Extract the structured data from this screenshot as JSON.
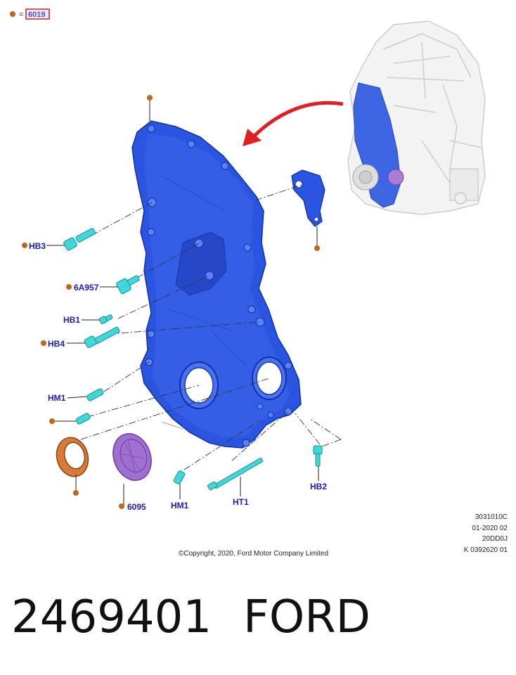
{
  "legend": {
    "equals": "=",
    "code": "6019"
  },
  "callouts": {
    "hb3": "HB3",
    "a6957": "6A957",
    "hb1": "HB1",
    "hb4": "HB4",
    "hm1_left": "HM1",
    "p6095": "6095",
    "hm1_bottom": "HM1",
    "ht1": "HT1",
    "hb2": "HB2"
  },
  "codes": [
    "3031010C",
    "01-2020 02",
    "20DD0J",
    "K 0392620 01"
  ],
  "copyright": "©Copyright, 2020, Ford Motor Company Limited",
  "part_number": "2469401",
  "brand": "FORD",
  "colors": {
    "cover_blue": "#2a55e0",
    "cover_edge": "#1030a8",
    "bolt_cyan": "#3fd8d8",
    "bolt_edge": "#1a8c96",
    "seal_orange": "#d87a3a",
    "pulley_purple": "#a070d0",
    "dot_brown": "#c06818",
    "label_blue": "#1a1ab8",
    "arrow_red": "#e02020",
    "legend_box": "#d02020"
  }
}
